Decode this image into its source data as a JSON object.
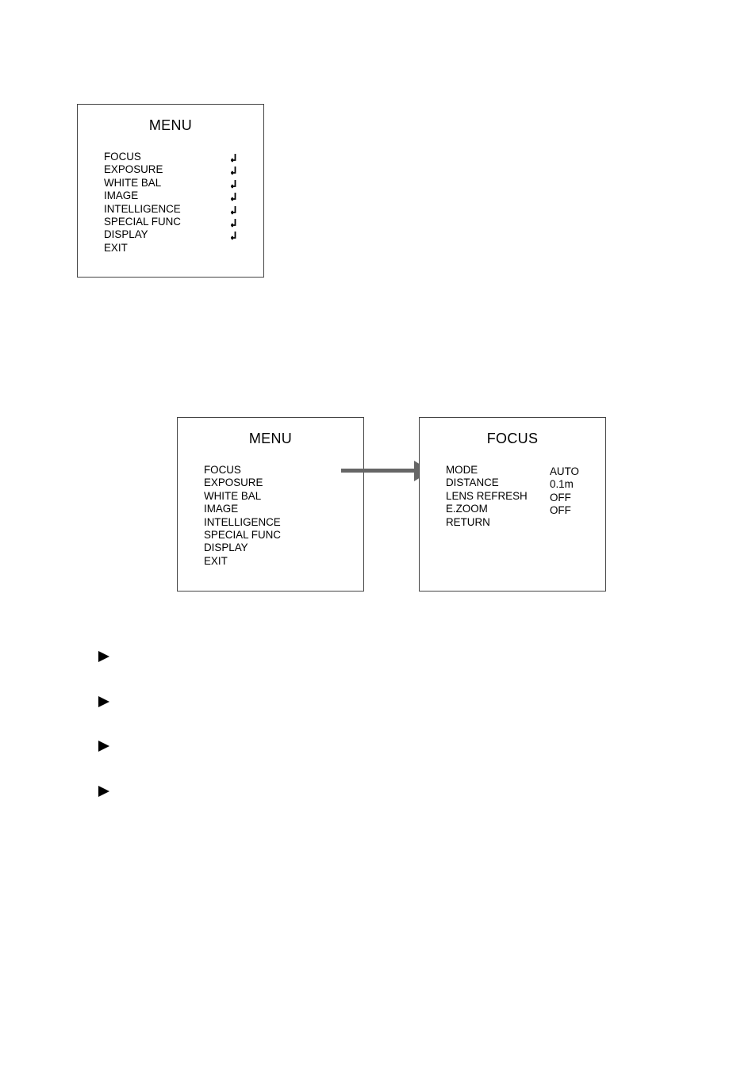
{
  "menu_main": {
    "title": "MENU",
    "items": [
      {
        "label": "FOCUS",
        "has_submenu": true
      },
      {
        "label": "EXPOSURE",
        "has_submenu": true
      },
      {
        "label": "WHITE BAL",
        "has_submenu": true
      },
      {
        "label": "IMAGE",
        "has_submenu": true
      },
      {
        "label": "INTELLIGENCE",
        "has_submenu": true
      },
      {
        "label": "SPECIAL FUNC",
        "has_submenu": true
      },
      {
        "label": "DISPLAY",
        "has_submenu": true
      },
      {
        "label": "EXIT",
        "has_submenu": false
      }
    ],
    "submenu_icon": "enter-return-icon"
  },
  "menu_nav": {
    "title": "MENU",
    "items": [
      "FOCUS",
      "EXPOSURE",
      "WHITE BAL",
      "IMAGE",
      "INTELLIGENCE",
      "SPECIAL FUNC",
      "DISPLAY",
      "EXIT"
    ]
  },
  "transition": {
    "icon": "right-arrow-icon",
    "color": "#666666"
  },
  "focus_menu": {
    "title": "FOCUS",
    "items": [
      {
        "label": "MODE",
        "value": "AUTO"
      },
      {
        "label": "DISTANCE",
        "value": "0.1m"
      },
      {
        "label": "LENS REFRESH",
        "value": "OFF"
      },
      {
        "label": "E.ZOOM",
        "value": "OFF"
      },
      {
        "label": "RETURN",
        "value": ""
      }
    ]
  },
  "bullets": {
    "icon": "right-triangle-bullet-icon",
    "count": 4
  },
  "colors": {
    "text": "#000000",
    "border": "#444444",
    "arrow": "#666666"
  }
}
